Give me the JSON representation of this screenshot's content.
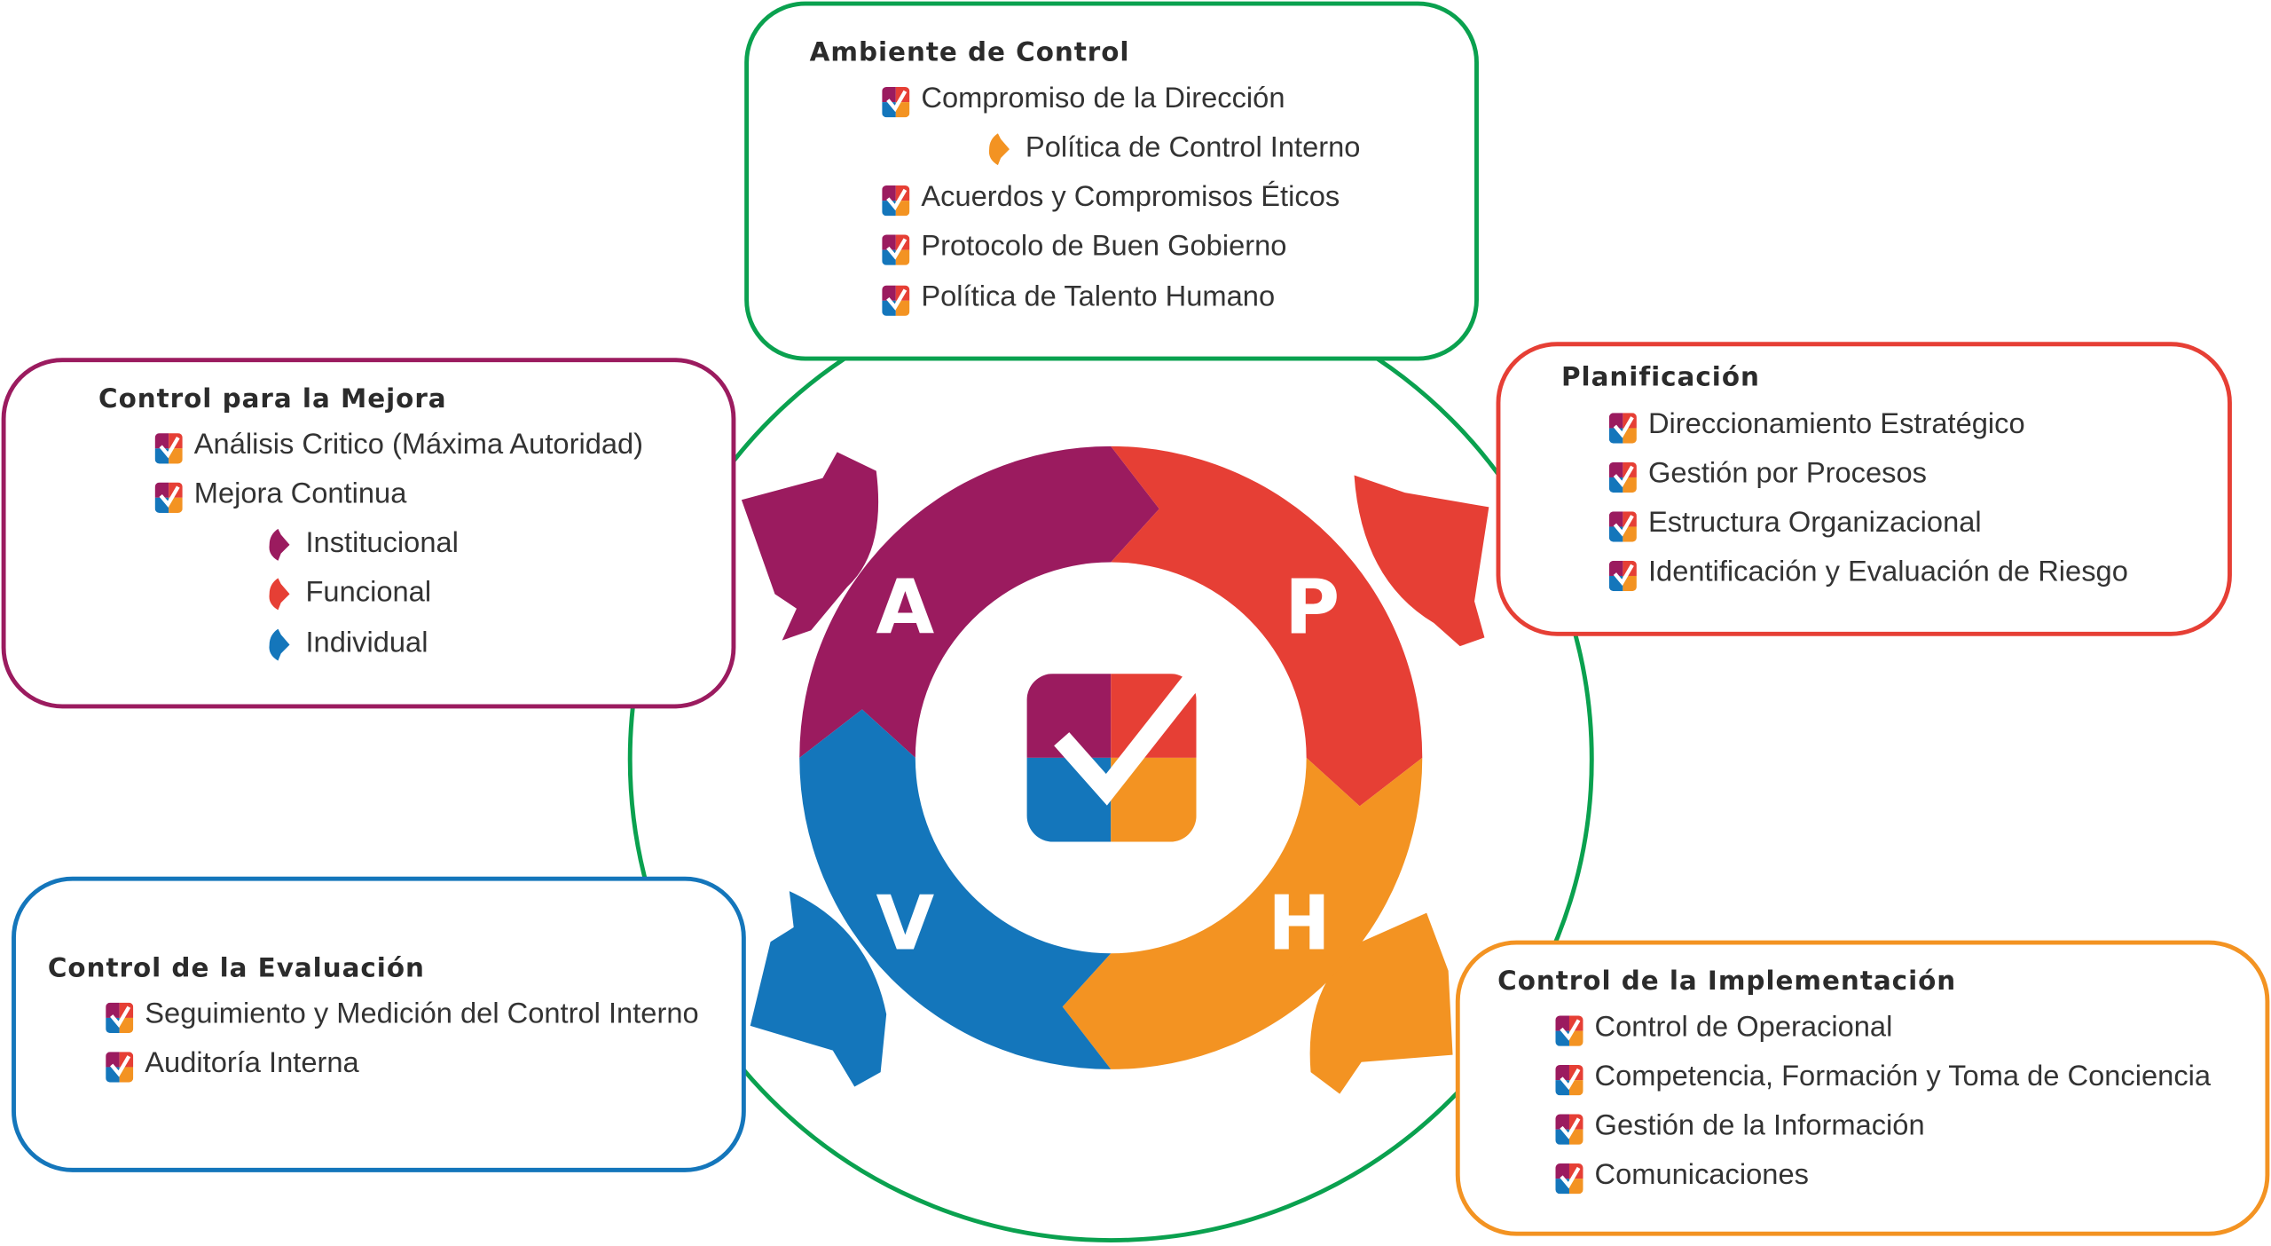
{
  "colors": {
    "purple": "#9b1b5f",
    "red": "#e63f35",
    "orange": "#f39322",
    "blue": "#1476bb",
    "green": "#0aa14f"
  },
  "cycle": {
    "letters": [
      "A",
      "P",
      "H",
      "V"
    ]
  },
  "ambiente": {
    "title": "Ambiente de Control",
    "items": [
      "Compromiso de la Dirección",
      "Política de Control Interno",
      "Acuerdos y Compromisos Éticos",
      "Protocolo de Buen Gobierno",
      "Política de Talento Humano"
    ]
  },
  "mejora": {
    "title": "Control para la Mejora",
    "items": [
      "Análisis Critico (Máxima Autoridad)",
      "Mejora Continua",
      "Institucional",
      "Funcional",
      "Individual"
    ]
  },
  "planificacion": {
    "title": "Planificación",
    "items": [
      "Direccionamiento Estratégico",
      "Gestión por Procesos",
      "Estructura Organizacional",
      "Identificación y Evaluación de Riesgo"
    ]
  },
  "evaluacion": {
    "title": "Control de la Evaluación",
    "items": [
      "Seguimiento y Medición del Control Interno",
      "Auditoría Interna"
    ]
  },
  "implementacion": {
    "title": "Control de la Implementación",
    "items": [
      "Control de Operacional",
      "Competencia, Formación y Toma de Conciencia",
      "Gestión de la Información",
      "Comunicaciones"
    ]
  }
}
